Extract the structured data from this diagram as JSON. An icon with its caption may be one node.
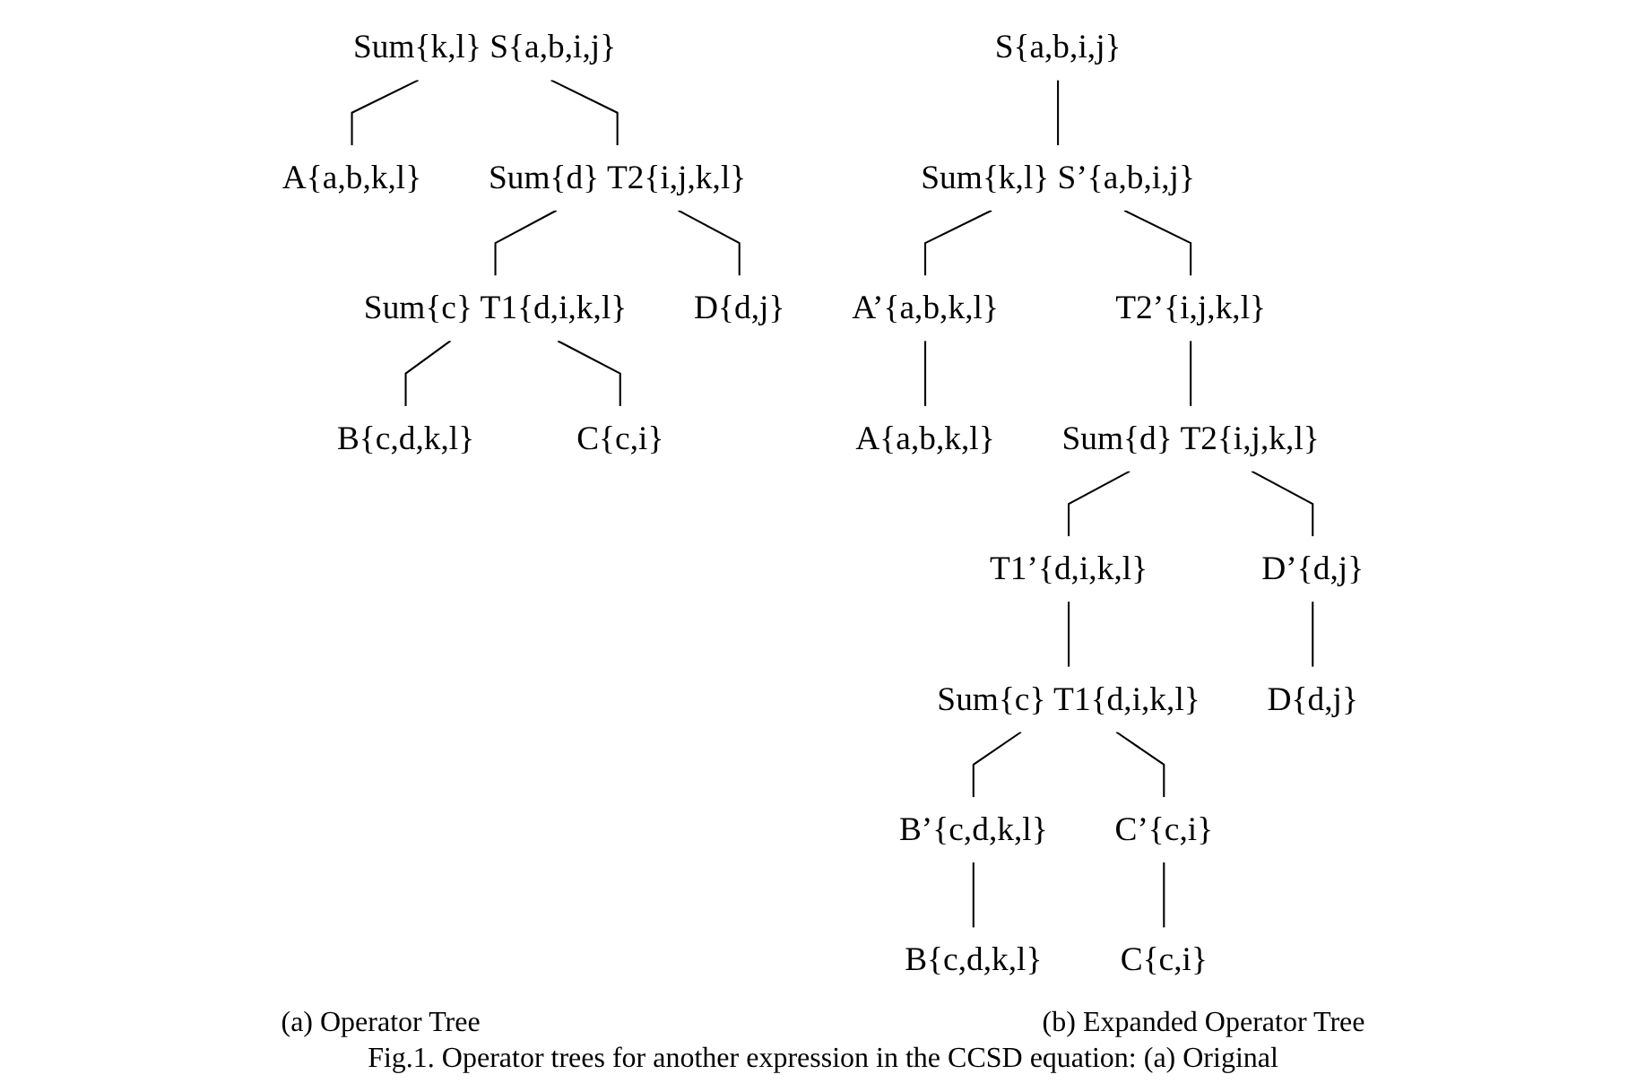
{
  "diagram": {
    "caption": "Fig.1. Operator trees for another expression in the CCSD equation: (a) Original",
    "nodes": [
      {
        "text": [
          "Sum{k,l} S{a,b,i,j}"
        ]
      },
      {
        "text": [
          "A{a,b,k,l}"
        ]
      },
      {
        "text": [
          "Sum{d} T2{i,j,k,l}"
        ]
      },
      {
        "text": [
          "Sum{c} T1{d,i,k,l}"
        ]
      },
      {
        "text": [
          "D{d,j}"
        ]
      },
      {
        "text": [
          "B{c,d,k,l}"
        ]
      },
      {
        "text": [
          "C{c,i}"
        ]
      },
      {
        "text": [
          "S{a,b,i,j}"
        ]
      },
      {
        "text": [
          "Sum{k,l} S’{a,b,i,j}"
        ]
      },
      {
        "text": [
          "A’{a,b,k,l}"
        ]
      },
      {
        "text": [
          "T2’{i,j,k,l}"
        ]
      },
      {
        "text": [
          "A{a,b,k,l}"
        ]
      },
      {
        "text": [
          "Sum{d} T2{i,j,k,l}"
        ]
      },
      {
        "text": [
          "T1’{d,i,k,l}"
        ]
      },
      {
        "text": [
          "D’{d,j}"
        ]
      },
      {
        "text": [
          "Sum{c} T1{d,i,k,l}"
        ]
      },
      {
        "text": [
          "D{d,j}"
        ]
      },
      {
        "text": [
          "B’{c,d,k,l}"
        ]
      },
      {
        "text": [
          "C’{c,i}"
        ]
      },
      {
        "text": [
          "B{c,d,k,l}"
        ]
      },
      {
        "text": [
          "C{c,i}"
        ]
      }
    ],
    "edges": [
      {
        "from": 0,
        "to": 1,
        "arrow": "none"
      },
      {
        "from": 0,
        "to": 2,
        "arrow": "none"
      },
      {
        "from": 2,
        "to": 3,
        "arrow": "none"
      },
      {
        "from": 2,
        "to": 4,
        "arrow": "none"
      },
      {
        "from": 3,
        "to": 5,
        "arrow": "none"
      },
      {
        "from": 3,
        "to": 6,
        "arrow": "none"
      },
      {
        "from": 7,
        "to": 8,
        "arrow": "none"
      },
      {
        "from": 8,
        "to": 9,
        "arrow": "none"
      },
      {
        "from": 8,
        "to": 10,
        "arrow": "none"
      },
      {
        "from": 9,
        "to": 11,
        "arrow": "none"
      },
      {
        "from": 10,
        "to": 12,
        "arrow": "none"
      },
      {
        "from": 12,
        "to": 13,
        "arrow": "none"
      },
      {
        "from": 12,
        "to": 14,
        "arrow": "none"
      },
      {
        "from": 13,
        "to": 15,
        "arrow": "none"
      },
      {
        "from": 14,
        "to": 16,
        "arrow": "none"
      },
      {
        "from": 15,
        "to": 17,
        "arrow": "none"
      },
      {
        "from": 15,
        "to": 18,
        "arrow": "none"
      },
      {
        "from": 17,
        "to": 19,
        "arrow": "none"
      },
      {
        "from": 18,
        "to": 20,
        "arrow": "none"
      }
    ],
    "labels": [
      "(a) Operator Tree",
      "(b) Expanded Operator Tree"
    ]
  }
}
